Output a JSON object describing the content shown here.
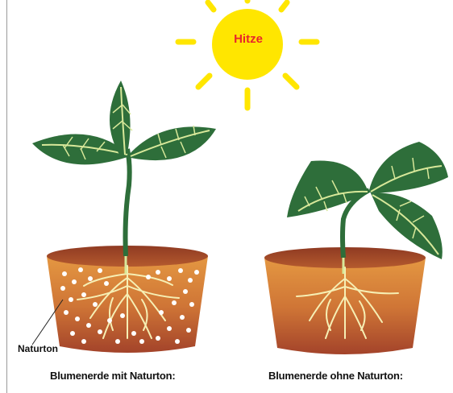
{
  "sun": {
    "label": "Hitze",
    "color": "#ffe600"
  },
  "left_pot": {
    "caption": "Blumenerde mit Naturton:",
    "annotation": "Naturton"
  },
  "right_pot": {
    "caption": "Blumenerde ohne Naturton:"
  },
  "colors": {
    "leaf": "#2e6e3a",
    "vein": "#d8e89a",
    "pot_top": "#c9842e",
    "pot_bottom": "#a8472a",
    "root": "#f4eeb0"
  }
}
